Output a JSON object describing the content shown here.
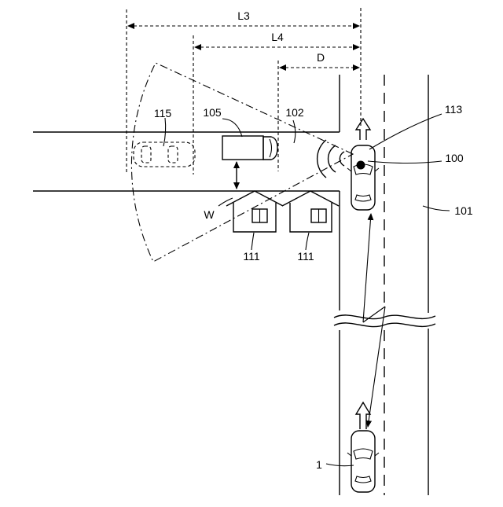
{
  "figure": {
    "labels": {
      "l3": "L3",
      "l4": "L4",
      "d": "D",
      "lbl_115": "115",
      "lbl_105": "105",
      "lbl_102": "102",
      "lbl_113": "113",
      "lbl_100": "100",
      "lbl_101": "101",
      "lbl_w": "W",
      "lbl_111a": "111",
      "lbl_111b": "111",
      "lbl_1": "1"
    },
    "colors": {
      "stroke": "#000000",
      "background": "#ffffff"
    },
    "icons": {
      "vehicle": "car-outline-icon",
      "truck": "truck-icon",
      "house": "house-icon",
      "sensor": "radar-wave-icon",
      "heading": "direction-arrow-icon"
    }
  }
}
